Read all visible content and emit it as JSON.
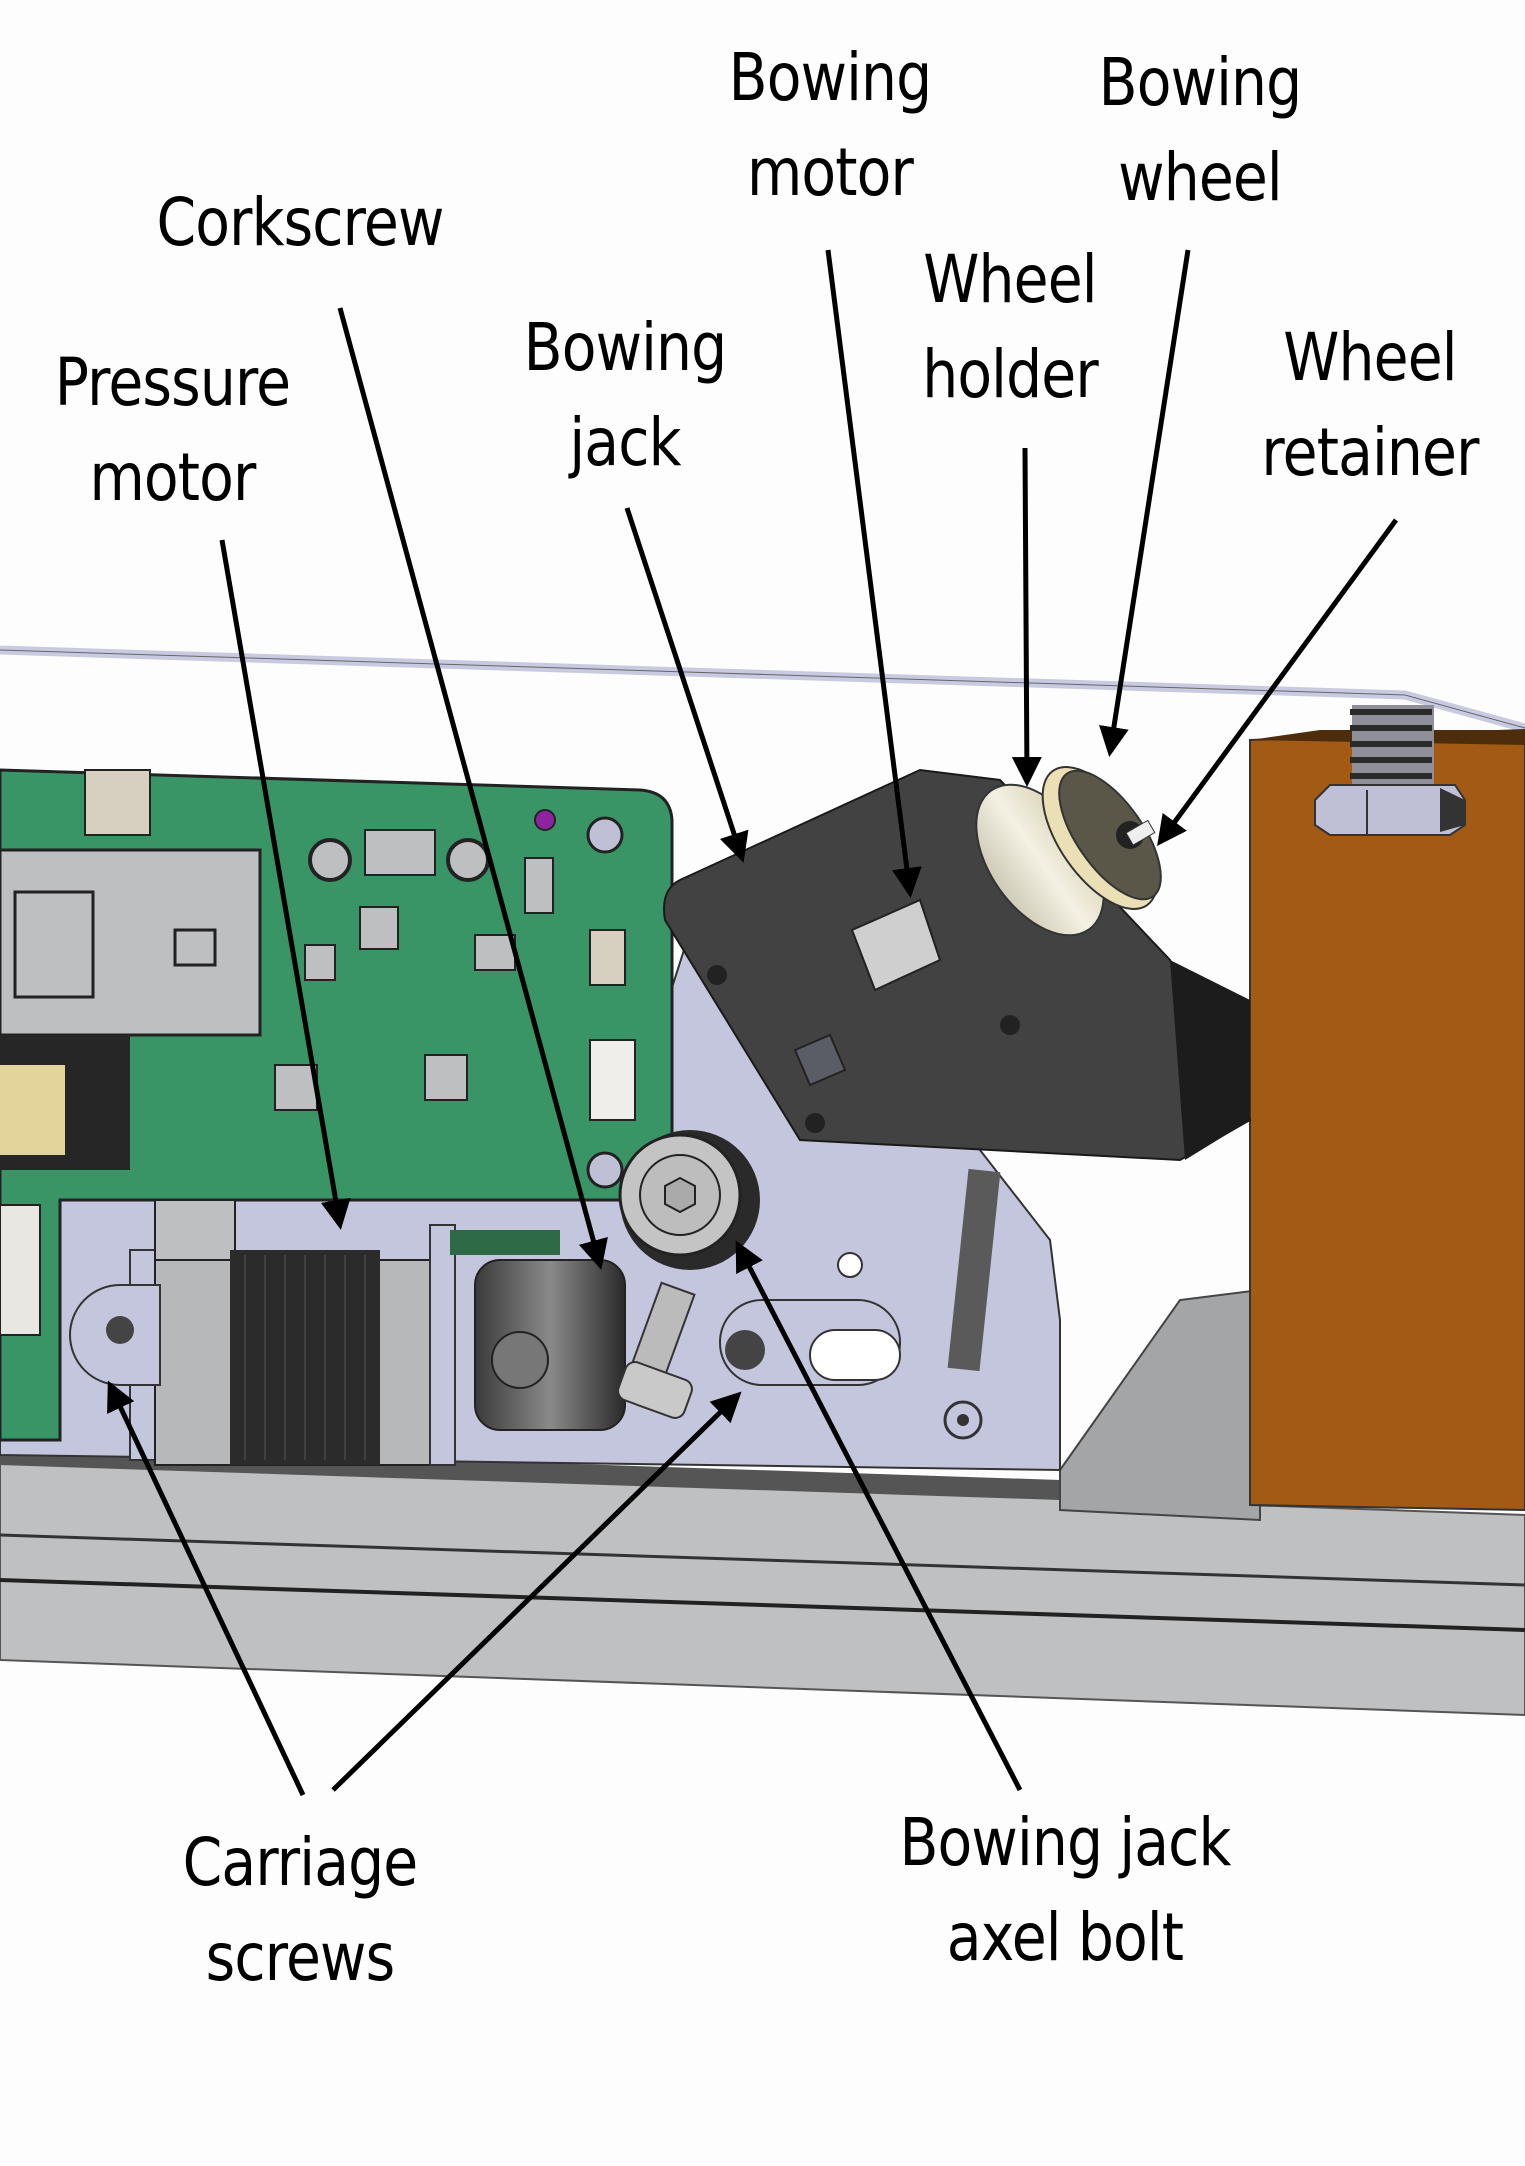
{
  "diagram": {
    "type": "annotated mechanical assembly render",
    "subject": "Bowing mechanism carriage",
    "colors": {
      "background": "#fdfdfd",
      "pcb": "#3a9566",
      "plate": "#c4c6de",
      "bracket_dark": "#424242",
      "wood_block": "#a35a14",
      "rail": "#bfc0c2",
      "wheel": "#ece7cf",
      "string": "#c8cae2",
      "arrow": "#000000"
    },
    "labels": [
      {
        "id": "corkscrew",
        "lines": [
          "Corkscrew"
        ]
      },
      {
        "id": "pressure-motor",
        "lines": [
          "Pressure",
          "motor"
        ]
      },
      {
        "id": "bowing-jack",
        "lines": [
          "Bowing",
          "jack"
        ]
      },
      {
        "id": "bowing-motor",
        "lines": [
          "Bowing",
          "motor"
        ]
      },
      {
        "id": "wheel-holder",
        "lines": [
          "Wheel",
          "holder"
        ]
      },
      {
        "id": "bowing-wheel",
        "lines": [
          "Bowing",
          "wheel"
        ]
      },
      {
        "id": "wheel-retainer",
        "lines": [
          "Wheel",
          "retainer"
        ]
      },
      {
        "id": "carriage-screws",
        "lines": [
          "Carriage",
          "screws"
        ]
      },
      {
        "id": "bowing-jack-axel-bolt",
        "lines": [
          "Bowing jack",
          "axel bolt"
        ]
      }
    ]
  }
}
